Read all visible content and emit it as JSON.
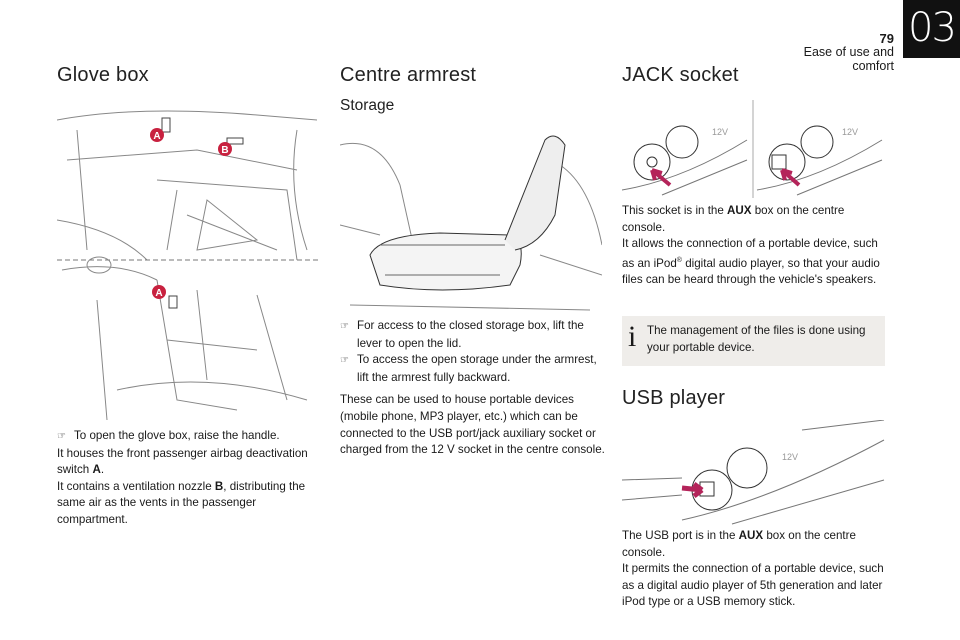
{
  "header": {
    "page_number": "79",
    "section_title": "Ease of use and comfort",
    "chapter_tab": "03"
  },
  "glove_box": {
    "title": "Glove box",
    "labels": [
      "A",
      "B",
      "A"
    ],
    "bullet": "To open the glove box, raise the handle.",
    "p1_pre": "It houses the front passenger airbag deactivation switch ",
    "p1_bold": "A",
    "p1_post": ".",
    "p2_pre": "It contains a ventilation nozzle ",
    "p2_bold": "B",
    "p2_post": ", distributing the same air as the vents in the passenger compartment."
  },
  "armrest": {
    "title": "Centre armrest",
    "subtitle": "Storage",
    "bullets": [
      "For access to the closed storage box, lift the lever to open the lid.",
      "To access the open storage under the armrest, lift the armrest fully backward."
    ],
    "paragraph": "These can be used to house portable devices (mobile phone, MP3 player, etc.) which can be connected to the USB port/jack auxiliary socket or charged from the 12 V socket in the centre console."
  },
  "jack": {
    "title": "JACK socket",
    "socket_label": "12V",
    "p1_pre": "This socket is in the ",
    "p1_bold": "AUX",
    "p1_post": " box on the centre console.",
    "p2_pre": "It allows the connection of a portable device, such as an iPod",
    "p2_sup": "®",
    "p2_post": " digital audio player, so that your audio files can be heard through the vehicle's speakers.",
    "info_icon": "i",
    "info_text": "The management of the files is done using your portable device."
  },
  "usb": {
    "title": "USB player",
    "p1_pre": "The USB port is in the ",
    "p1_bold": "AUX",
    "p1_post": " box on the centre console.",
    "p2": "It permits the connection of a portable device, such as a digital audio player of 5th generation and later iPod type or a USB memory stick."
  },
  "colors": {
    "label_badge": "#c8213f",
    "arrow": "#b4245a",
    "info_bg": "#efedea",
    "tab_bg": "#111111"
  }
}
